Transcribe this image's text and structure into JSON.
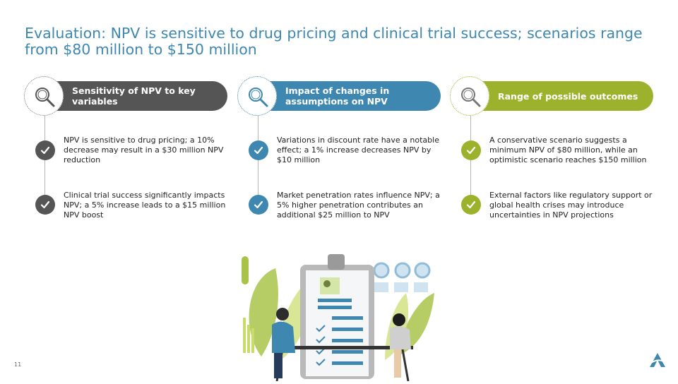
{
  "title": "Evaluation: NPV is sensitive to drug pricing and clinical trial success; scenarios range from $80 million to $150 million",
  "colors": {
    "title": "#3d87b0",
    "col1": "#555555",
    "col2": "#3d87b0",
    "col3": "#9db22c"
  },
  "columns": [
    {
      "heading": "Sensitivity of NPV to key variables",
      "icon": "magnifier-icon",
      "items": [
        "NPV is sensitive to drug pricing; a 10% decrease may result in a $30 million NPV reduction",
        "Clinical trial success significantly impacts NPV; a 5% increase leads to a $15 million NPV boost"
      ]
    },
    {
      "heading": "Impact of changes in assumptions on NPV",
      "icon": "magnifier-icon",
      "items": [
        "Variations in discount rate have a notable effect; a 1% increase decreases NPV by $10 million",
        "Market penetration rates influence NPV; a 5% higher penetration contributes an additional $25 million to NPV"
      ]
    },
    {
      "heading": "Range of possible outcomes",
      "icon": "magnifier-icon",
      "items": [
        "A conservative scenario suggests a minimum NPV of $80 million, while an optimistic scenario reaches $150 million",
        "External factors like regulatory support or global health crises may introduce uncertainties in NPV projections"
      ]
    }
  ],
  "page_number": "11"
}
